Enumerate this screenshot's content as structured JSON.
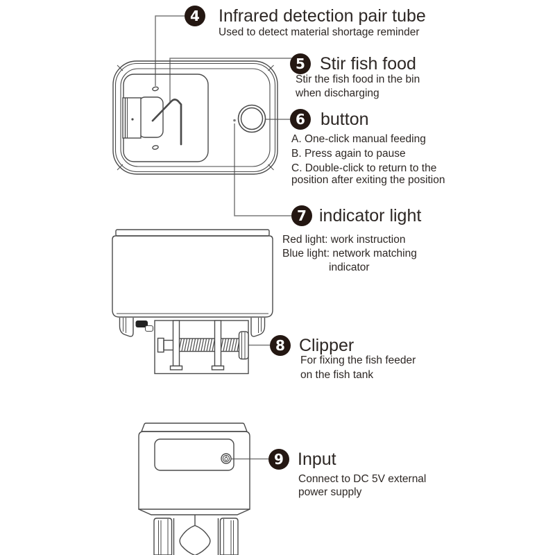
{
  "colors": {
    "background": "#ffffff",
    "diagram_line": "#4a4a4a",
    "connector_line": "#7a7a7a",
    "badge_background": "#241712",
    "badge_text": "#ffffff",
    "body_text": "#2d2724"
  },
  "callouts": [
    {
      "number": "4",
      "title": "Infrared detection pair tube",
      "desc_lines": [
        "Used to detect material shortage reminder"
      ]
    },
    {
      "number": "5",
      "title": "Stir fish food",
      "desc_lines": [
        "Stir the fish food in the bin",
        "when discharging"
      ]
    },
    {
      "number": "6",
      "title": "button",
      "desc_lines": [
        "A. One-click manual feeding",
        "B. Press again to pause",
        "C. Double-click to return to the",
        "position after exiting the position"
      ]
    },
    {
      "number": "7",
      "title": "indicator light",
      "desc_lines": [
        "Red light: work instruction",
        "Blue light: network matching",
        "indicator"
      ]
    },
    {
      "number": "8",
      "title": "Clipper",
      "desc_lines": [
        "For fixing the fish feeder",
        "on the fish tank"
      ]
    },
    {
      "number": "9",
      "title": "Input",
      "desc_lines": [
        "Connect to DC 5V external",
        "power supply"
      ]
    }
  ]
}
